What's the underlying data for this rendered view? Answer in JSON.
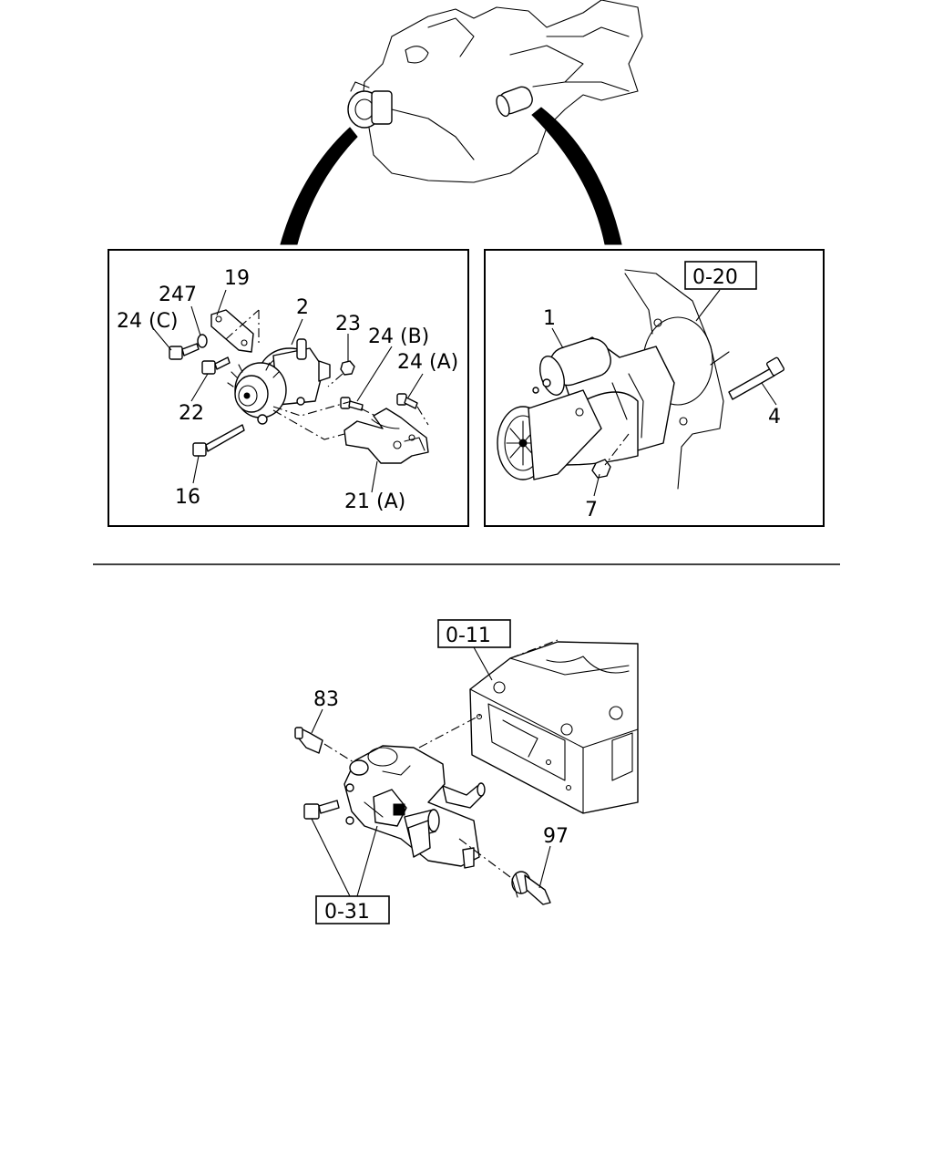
{
  "top_left_panel": {
    "callouts": {
      "c19": "19",
      "c247": "247",
      "c24c": "24 (C)",
      "c2": "2",
      "c23": "23",
      "c24b": "24 (B)",
      "c24a": "24 (A)",
      "c22": "22",
      "c16": "16",
      "c21a": "21 (A)"
    }
  },
  "top_right_panel": {
    "ref_box": "0-20",
    "callouts": {
      "c1": "1",
      "c4": "4",
      "c7": "7"
    }
  },
  "bottom_diagram": {
    "ref_box_head": "0-11",
    "ref_box_housing": "0-31",
    "callouts": {
      "c83": "83",
      "c97": "97"
    }
  }
}
